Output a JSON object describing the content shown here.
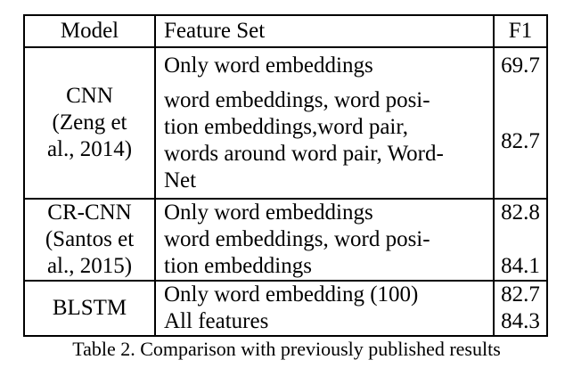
{
  "table": {
    "headers": {
      "model": "Model",
      "feature_set": "Feature Set",
      "f1": "F1"
    },
    "rows": [
      {
        "model_lines": [
          "CNN",
          "(Zeng et",
          "al., 2014)"
        ],
        "features": [
          {
            "lines": [
              "Only word embeddings"
            ],
            "f1": "69.7"
          },
          {
            "lines": [
              "word embeddings, word posi-",
              "tion embeddings,word pair,",
              "words around word pair, Word-",
              "Net"
            ],
            "f1": "82.7"
          }
        ]
      },
      {
        "model_lines": [
          "CR-CNN",
          "(Santos et",
          "al., 2015)"
        ],
        "features": [
          {
            "lines": [
              "Only word embeddings"
            ],
            "f1": "82.8"
          },
          {
            "lines": [
              "word embeddings, word posi-",
              "tion embeddings"
            ],
            "f1": "84.1"
          }
        ]
      },
      {
        "model_lines": [
          "BLSTM"
        ],
        "features": [
          {
            "lines": [
              "Only word embedding (100)"
            ],
            "f1": "82.7"
          },
          {
            "lines": [
              "All features"
            ],
            "f1": "84.3"
          }
        ]
      }
    ]
  },
  "caption": "Table 2. Comparison with previously published results",
  "colors": {
    "text": "#000000",
    "border": "#000000",
    "background": "#ffffff"
  },
  "chart_data": {
    "type": "table",
    "title": "Table 2. Comparison with previously published results",
    "columns": [
      "Model",
      "Feature Set",
      "F1"
    ],
    "rows": [
      [
        "CNN (Zeng et al., 2014)",
        "Only word embeddings",
        69.7
      ],
      [
        "CNN (Zeng et al., 2014)",
        "word embeddings, word position embeddings,word pair, words around word pair, WordNet",
        82.7
      ],
      [
        "CR-CNN (Santos et al., 2015)",
        "Only word embeddings",
        82.8
      ],
      [
        "CR-CNN (Santos et al., 2015)",
        "word embeddings, word position embeddings",
        84.1
      ],
      [
        "BLSTM",
        "Only word embedding (100)",
        82.7
      ],
      [
        "BLSTM",
        "All features",
        84.3
      ]
    ]
  }
}
